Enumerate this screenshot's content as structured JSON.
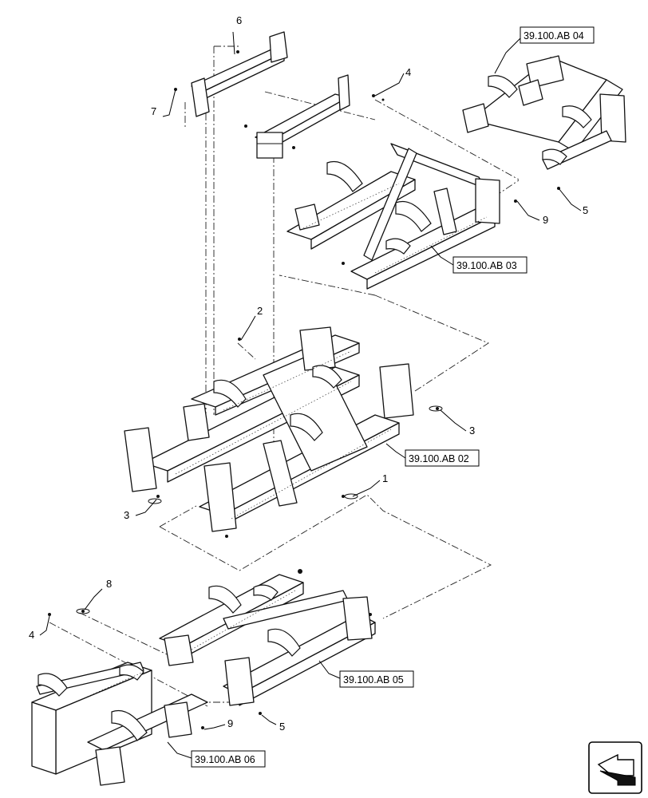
{
  "callouts": {
    "c1": "1",
    "c2": "2",
    "c3a": "3",
    "c3b": "3",
    "c4a": "4",
    "c4b": "4",
    "c5a": "5",
    "c5b": "5",
    "c6": "6",
    "c7": "7",
    "c8": "8",
    "c9a": "9",
    "c9b": "9"
  },
  "references": {
    "ab04": "39.100.AB 04",
    "ab03": "39.100.AB 03",
    "ab02": "39.100.AB 02",
    "ab05": "39.100.AB 05",
    "ab06": "39.100.AB 06"
  },
  "nav_icon": "next-page-arrow-icon"
}
